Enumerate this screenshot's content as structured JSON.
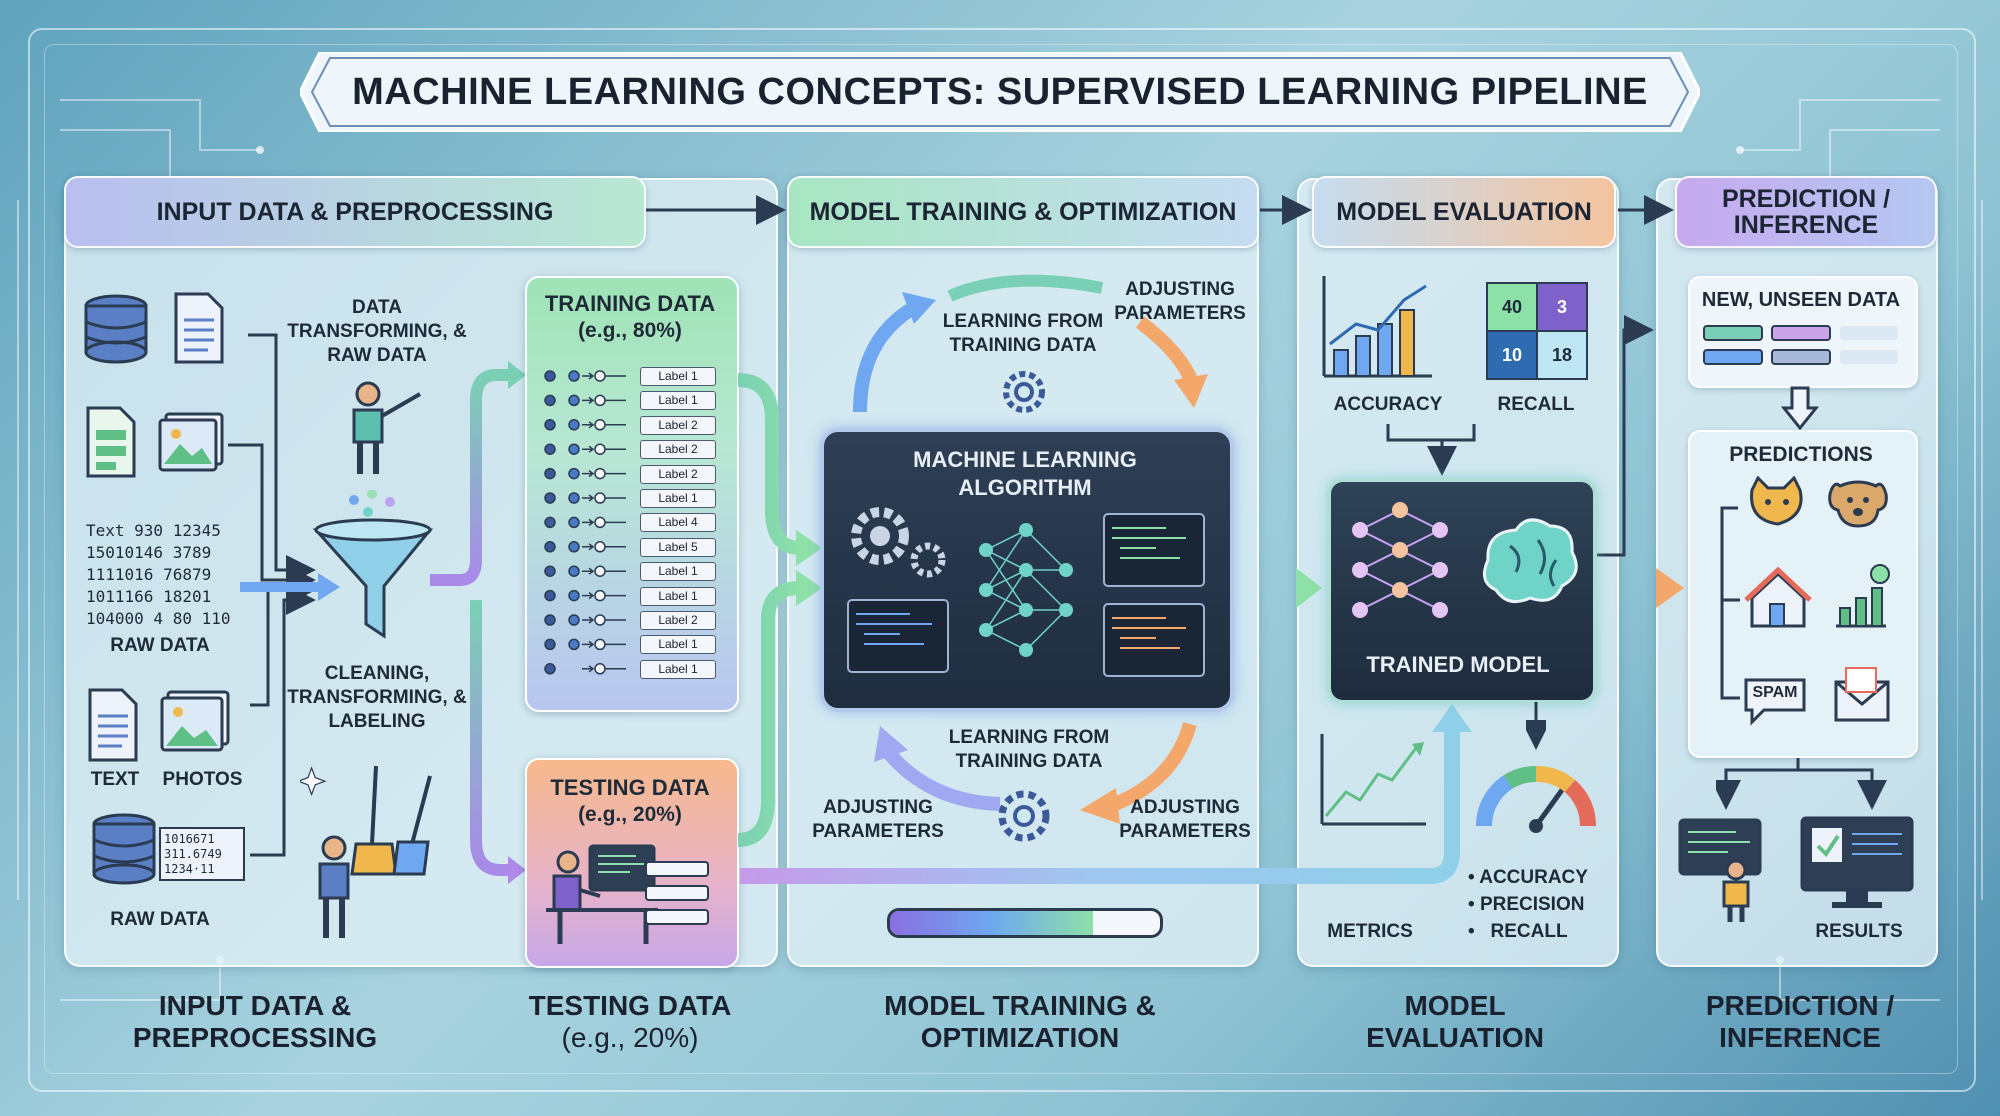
{
  "title": "MACHINE LEARNING CONCEPTS: SUPERVISED LEARNING PIPELINE",
  "panels": {
    "input": {
      "header": "INPUT DATA & PREPROCESSING"
    },
    "training": {
      "header": "MODEL TRAINING & OPTIMIZATION"
    },
    "evaluation": {
      "header": "MODEL EVALUATION"
    },
    "prediction": {
      "header": "PREDICTION / INFERENCE"
    }
  },
  "input": {
    "data_transform_label": "DATA TRANSFORMING, & RAW DATA",
    "raw_numbers": [
      "Text 930 12345",
      "15010146 3789",
      "1111016 76879",
      "1011166 18201",
      "104000 4 80 110"
    ],
    "raw_data_label": "RAW DATA",
    "cleaning_label": "CLEANING, TRANSFORMING, & LABELING",
    "text_label": "TEXT",
    "photos_label": "PHOTOS",
    "raw_data_label_2": "RAW DATA",
    "db_numbers": [
      "1016671",
      "311.6749",
      "1234·11"
    ]
  },
  "training_data": {
    "title": "TRAINING DATA",
    "subtitle": "(e.g., 80%)",
    "labels": [
      "Label 1",
      "Label 1",
      "Label 2",
      "Label 2",
      "Label 2",
      "Label 1",
      "Label 4",
      "Label 5",
      "Label 1",
      "Label 1",
      "Label 2",
      "Label 1",
      "Label 1"
    ]
  },
  "testing_data": {
    "title": "TESTING DATA",
    "subtitle": "(e.g., 20%)"
  },
  "training": {
    "learning_top": "LEARNING FROM TRAINING DATA",
    "adjusting_top": "ADJUSTING PARAMETERS",
    "algorithm": "MACHINE LEARNING ALGORITHM",
    "learning_bottom": "LEARNING FROM TRAINING DATA",
    "adjusting_left": "ADJUSTING PARAMETERS",
    "adjusting_right": "ADJUSTING PARAMETERS",
    "progress": 0.75
  },
  "evaluation": {
    "accuracy": "ACCURACY",
    "recall": "RECALL",
    "confusion_matrix": [
      "40",
      "3",
      "10",
      "18"
    ],
    "trained_model": "TRAINED MODEL",
    "metrics": "METRICS",
    "bullets": [
      "ACCURACY",
      "PRECISION",
      "RECALL"
    ]
  },
  "prediction": {
    "new_data": "NEW, UNSEEN DATA",
    "predictions": "PREDICTIONS",
    "spam": "SPAM",
    "results": "RESULTS"
  },
  "bottom_labels": {
    "input": "INPUT DATA & PREPROCESSING",
    "testing": "TESTING DATA",
    "testing_sub": "(e.g., 20%)",
    "training": "MODEL TRAINING & OPTIMIZATION",
    "evaluation": "MODEL EVALUATION",
    "prediction": "PREDICTION / INFERENCE"
  },
  "colors": {
    "training_green": "#9fe3b6",
    "testing_orange": "#f7b98c",
    "algo_dark": "#2e3f55",
    "accent_blue": "#2f6bb0",
    "accent_purple": "#7f62c9"
  }
}
